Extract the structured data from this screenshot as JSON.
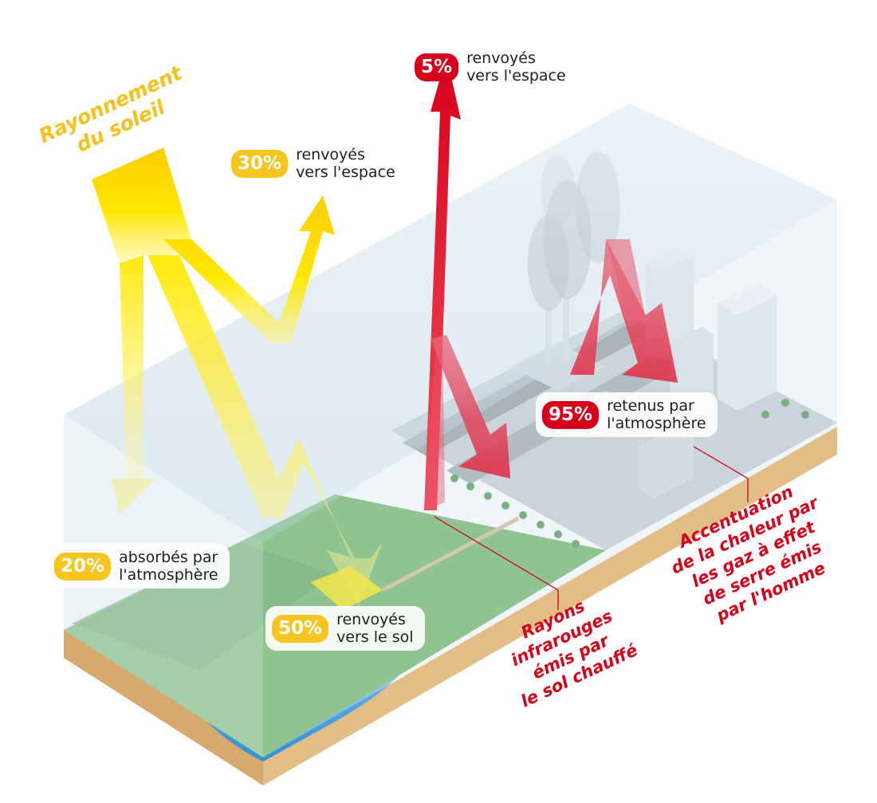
{
  "colors": {
    "sun": "#f7c51e",
    "sun_arrow": "#ffe600",
    "sun_arrow_tip": "#ffcc00",
    "heat": "#d7001a",
    "heat_soft": "#e8566c",
    "atmosphere": "#cfe3ee",
    "grass": "#5ca94e",
    "soil": "#d8b07a",
    "water": "#4aa3df",
    "city": "#c9cdd2"
  },
  "sun": {
    "title_lines": [
      "Rayonnement",
      "du soleil"
    ]
  },
  "flows": {
    "space_30": {
      "value": "30%",
      "text_lines": [
        "renvoyés",
        "vers l'espace"
      ]
    },
    "atmo_20": {
      "value": "20%",
      "text_lines": [
        "absorbés par",
        "l'atmosphère"
      ]
    },
    "ground_50": {
      "value": "50%",
      "text_lines": [
        "renvoyés",
        "vers le sol"
      ]
    },
    "space_5": {
      "value": "5%",
      "text_lines": [
        "renvoyés",
        "vers l'espace"
      ]
    },
    "retained_95": {
      "value": "95%",
      "text_lines": [
        "retenus par",
        "l'atmosphère"
      ]
    }
  },
  "annotations": {
    "infrared_lines": [
      "Rayons",
      "infrarouges",
      "émis par",
      "le sol chauffé"
    ],
    "greenhouse_lines": [
      "Accentuation",
      "de la chaleur par",
      "les gaz à effet",
      "de serre émis",
      "par l'homme"
    ]
  }
}
